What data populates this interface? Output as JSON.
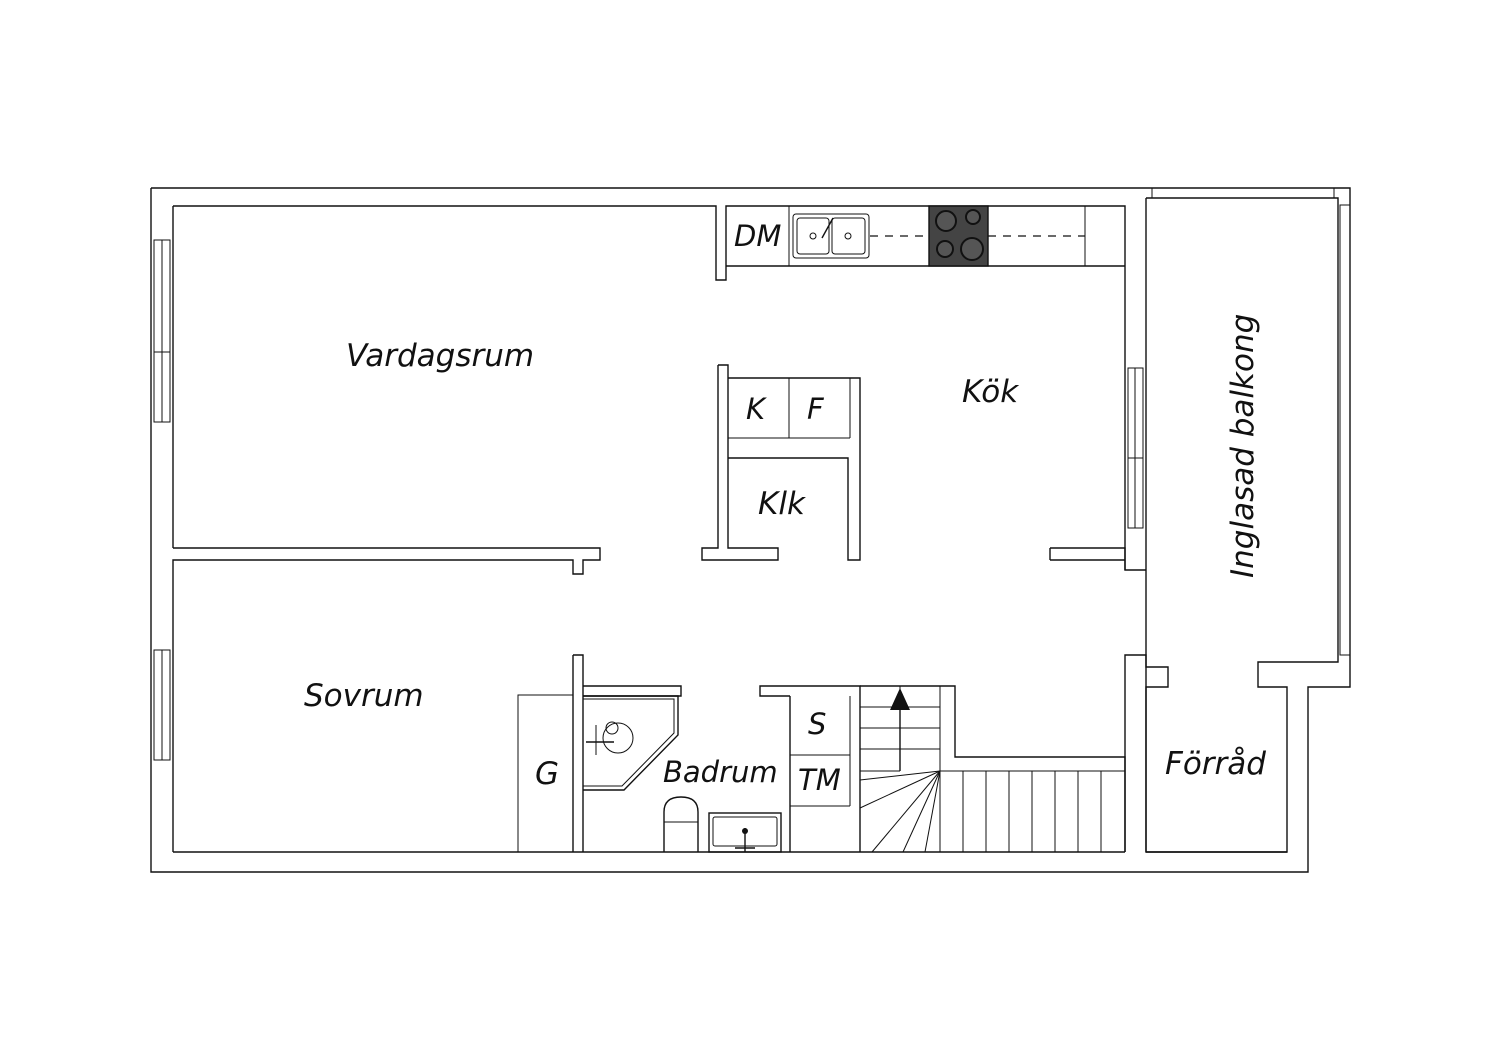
{
  "rooms": {
    "living_room": "Vardagsrum",
    "kitchen": "Kök",
    "balcony": "Inglasad balkong",
    "bedroom": "Sovrum",
    "bathroom": "Badrum",
    "storage": "Förråd",
    "closet": "Klk",
    "wardrobe": "G"
  },
  "fixtures": {
    "dishwasher": "DM",
    "fridge": "K",
    "freezer": "F",
    "dryer": "S",
    "washing_machine": "TM"
  },
  "colors": {
    "line": "#111111",
    "background": "#ffffff",
    "stove": "#444444"
  }
}
